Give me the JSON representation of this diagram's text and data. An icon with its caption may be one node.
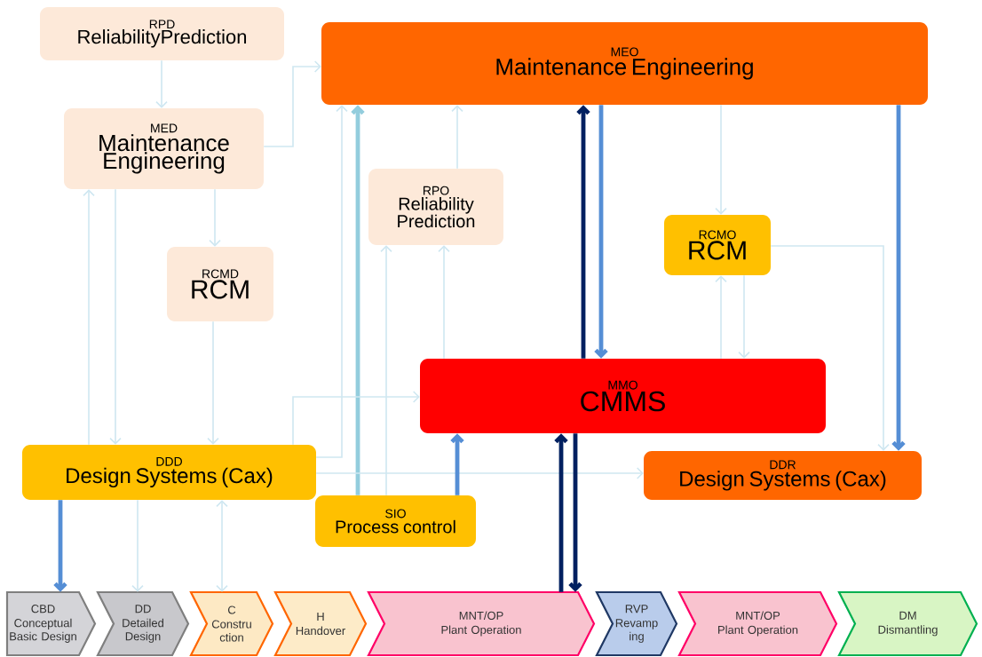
{
  "diagram": {
    "nodes": [
      {
        "text": [
          "RPD",
          "ReliabilityPrediction"
        ]
      },
      {
        "text": [
          "MEO",
          "Maintenance Engineering"
        ]
      },
      {
        "text": [
          "MED",
          "Maintenance Engineering"
        ]
      },
      {
        "text": [
          "RPO",
          "Reliability Prediction"
        ]
      },
      {
        "text": [
          "RCMD",
          "RCM"
        ]
      },
      {
        "text": [
          "RCMO",
          "RCM"
        ]
      },
      {
        "text": [
          "MMO",
          "CMMS"
        ]
      },
      {
        "text": [
          "DDD",
          "Design Systems (Cax)"
        ]
      },
      {
        "text": [
          "DDR",
          "Design Systems (Cax)"
        ]
      },
      {
        "text": [
          "SIO",
          "Process control"
        ]
      },
      {
        "text": [
          "CBD",
          "Conceptual Basic Design"
        ]
      },
      {
        "text": [
          "DD",
          "Detailed Design"
        ]
      },
      {
        "text": [
          "C",
          "Constru ction"
        ]
      },
      {
        "text": [
          "H",
          "Handover"
        ]
      },
      {
        "text": [
          "MNT/OP",
          "Plant Operation"
        ]
      },
      {
        "text": [
          "RVP",
          "Revamp ing"
        ]
      },
      {
        "text": [
          "MNT/OP",
          "Plant Operation"
        ]
      },
      {
        "text": [
          "DM",
          "Dismantling"
        ]
      }
    ],
    "edges": [
      {
        "from": 0,
        "to": 2,
        "arrow": "to"
      },
      {
        "from": 2,
        "to": 1,
        "arrow": "to"
      },
      {
        "from": 2,
        "to": 4,
        "arrow": "to"
      },
      {
        "from": 7,
        "to": 2,
        "arrow": "to"
      },
      {
        "from": 2,
        "to": 7,
        "arrow": "to"
      },
      {
        "from": 4,
        "to": 7,
        "arrow": "to"
      },
      {
        "from": 7,
        "to": 1,
        "arrow": "to"
      },
      {
        "from": 9,
        "to": 1,
        "arrow": "to",
        "style": "thick",
        "color": "#93cddd"
      },
      {
        "from": 7,
        "to": 6,
        "arrow": "to"
      },
      {
        "from": 9,
        "to": 3,
        "arrow": "to"
      },
      {
        "from": 6,
        "to": 3,
        "arrow": "to"
      },
      {
        "from": 3,
        "to": 1,
        "arrow": "to"
      },
      {
        "from": 7,
        "to": 8,
        "arrow": "to"
      },
      {
        "from": 9,
        "to": 6,
        "arrow": "to",
        "style": "thick",
        "color": "#558ed5"
      },
      {
        "from": 6,
        "to": 1,
        "arrow": "to",
        "style": "thick",
        "color": "#002060"
      },
      {
        "from": 1,
        "to": 6,
        "arrow": "to",
        "style": "thick",
        "color": "#558ed5"
      },
      {
        "from": 1,
        "to": 5,
        "arrow": "to"
      },
      {
        "from": 6,
        "to": 5,
        "arrow": "to"
      },
      {
        "from": 5,
        "to": 6,
        "arrow": "to"
      },
      {
        "from": 5,
        "to": 8,
        "arrow": "to"
      },
      {
        "from": 1,
        "to": 8,
        "arrow": "to",
        "style": "thick",
        "color": "#558ed5"
      },
      {
        "from": 14,
        "to": 6,
        "arrow": "to",
        "style": "thick",
        "color": "#002060"
      },
      {
        "from": 6,
        "to": 14,
        "arrow": "to",
        "style": "thick",
        "color": "#002060"
      },
      {
        "from": 7,
        "to": 10,
        "arrow": "to",
        "style": "thick",
        "color": "#558ed5"
      },
      {
        "from": 7,
        "to": 11,
        "arrow": "to"
      },
      {
        "from": 7,
        "to": 12,
        "arrow": "both"
      }
    ]
  }
}
